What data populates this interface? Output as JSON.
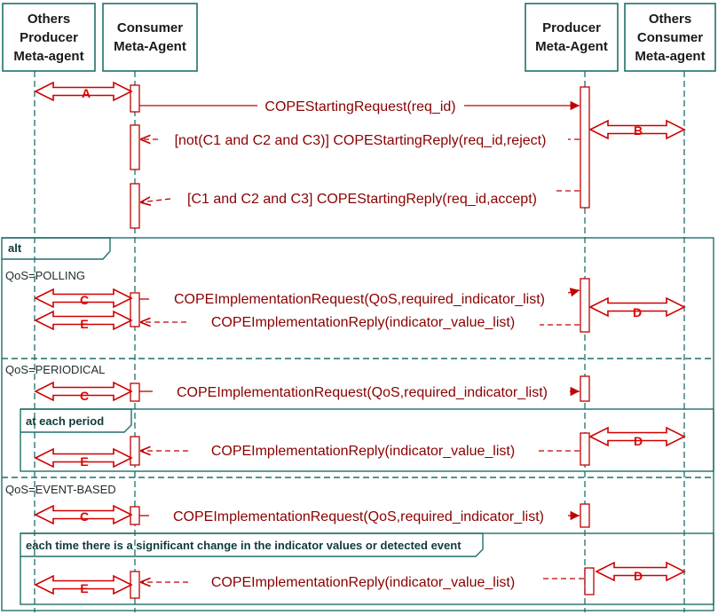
{
  "lifelines": [
    {
      "id": "others-producer",
      "lines": [
        "Others",
        "Producer",
        "Meta-agent"
      ]
    },
    {
      "id": "consumer",
      "lines": [
        "Consumer",
        "Meta-Agent"
      ]
    },
    {
      "id": "producer",
      "lines": [
        "Producer",
        "Meta-Agent"
      ]
    },
    {
      "id": "others-consumer",
      "lines": [
        "Others",
        "Consumer",
        "Meta-agent"
      ]
    }
  ],
  "messages": {
    "starting_request": "COPEStartingRequest(req_id)",
    "starting_reply_reject": "[not(C1 and C2 and C3)] COPEStartingReply(req_id,reject)",
    "starting_reply_accept": "[C1 and C2 and C3] COPEStartingReply(req_id,accept)",
    "impl_request": "COPEImplementationRequest(QoS,required_indicator_list)",
    "impl_reply": "COPEImplementationReply(indicator_value_list)"
  },
  "exchange_labels": {
    "a": "A",
    "b": "B",
    "c": "C",
    "d": "D",
    "e": "E"
  },
  "frames": {
    "alt": "alt",
    "at_each_period": "at each period",
    "each_time": "each time there is a significant change in the indicator values or detected event"
  },
  "guards": {
    "polling": "QoS=POLLING",
    "periodical": "QoS=PERIODICAL",
    "event_based": "QoS=EVENT-BASED"
  },
  "colors": {
    "frame": "#1f6f6a",
    "message": "#c00000",
    "message_text": "#8b0000",
    "exchange_label": "#e00000"
  }
}
